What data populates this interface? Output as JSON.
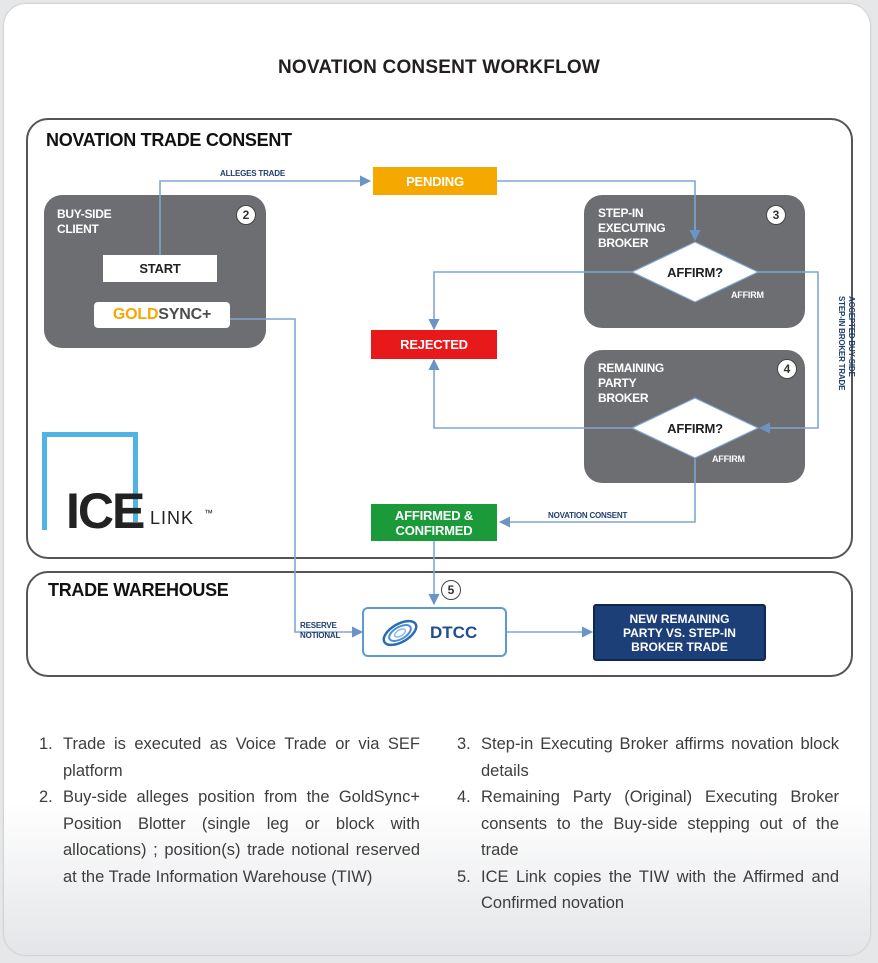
{
  "title": "NOVATION CONSENT WORKFLOW",
  "regions": {
    "consent_label": "NOVATION TRADE CONSENT",
    "warehouse_label": "TRADE WAREHOUSE"
  },
  "buyside": {
    "label_line1": "BUY-SIDE",
    "label_line2": "CLIENT",
    "badge": "2",
    "start": "START",
    "gold_part": "GOLD",
    "sync_part": "SYNC+"
  },
  "stepin": {
    "line1": "STEP-IN",
    "line2": "EXECUTING",
    "line3": "BROKER",
    "badge": "3",
    "decision": "AFFIRM?",
    "affirm": "AFFIRM"
  },
  "remaining": {
    "line1": "REMAINING",
    "line2": "PARTY",
    "line3": "BROKER",
    "badge": "4",
    "decision": "AFFIRM?",
    "affirm": "AFFIRM"
  },
  "statuses": {
    "pending": "PENDING",
    "rejected": "REJECTED",
    "affirmed_line1": "AFFIRMED &",
    "affirmed_line2": "CONFIRMED"
  },
  "edges": {
    "alleges_trade": "ALLEGES TRADE",
    "accepted_line1": "ACCEPTED BUY-SIDE",
    "accepted_line2": "STEP-IN BROKER TRADE",
    "novation_consent": "NOVATION CONSENT",
    "reserve_line1": "RESERVE",
    "reserve_line2": "NOTIONAL"
  },
  "logo": {
    "ice": "ICE",
    "link": "LINK",
    "tm": "™"
  },
  "warehouse": {
    "badge": "5",
    "dtcc": "DTCC",
    "new_trade_line1": "NEW REMAINING",
    "new_trade_line2": "PARTY VS. STEP-IN",
    "new_trade_line3": "BROKER TRADE"
  },
  "notes": [
    {
      "num": "1.",
      "text": "Trade is executed as Voice Trade or via SEF platform"
    },
    {
      "num": "2.",
      "text": "Buy-side alleges position from the GoldSync+ Position Blotter (single leg or block with allocations) ;  position(s) trade notional reserved  at the Trade Information Warehouse (TIW)"
    },
    {
      "num": "3.",
      "text": "Step-in Executing Broker affirms novation block details"
    },
    {
      "num": "4.",
      "text": "Remaining Party (Original) Executing Broker consents to the Buy-side stepping out of the trade"
    },
    {
      "num": "5.",
      "text": "ICE Link copies the  TIW with the Affirmed and Confirmed novation"
    }
  ],
  "colors": {
    "pending": "#f5a800",
    "rejected": "#e8191b",
    "affirmed": "#1b9a3a",
    "panel": "#6d6e71",
    "connector": "#7ea6d3",
    "ice_blue": "#4fb3e6",
    "navy": "#1d3f77"
  }
}
